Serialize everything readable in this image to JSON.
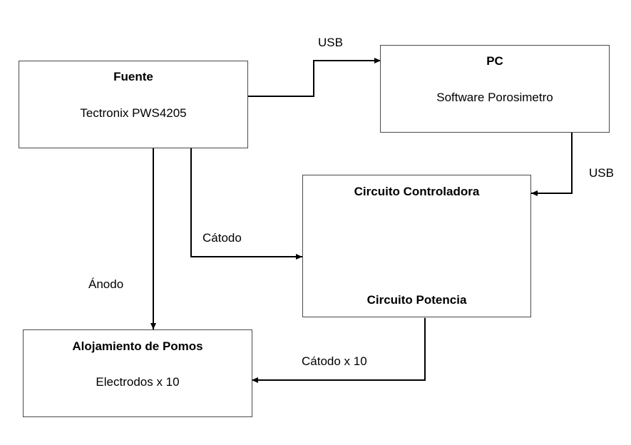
{
  "blocks": {
    "fuente": {
      "title": "Fuente",
      "subtitle": "Tectronix PWS4205"
    },
    "pc": {
      "title": "PC",
      "subtitle": "Software Porosimetro"
    },
    "circuito": {
      "title": "Circuito Controladora",
      "subtitle": "Circuito Potencia"
    },
    "alojamiento": {
      "title": "Alojamiento de Pomos",
      "subtitle": "Electrodos x 10"
    }
  },
  "connections": {
    "usb_top": "USB",
    "usb_right": "USB",
    "catodo": "Cátodo",
    "anodo": "Ánodo",
    "catodo_x10": "Cátodo x 10"
  }
}
